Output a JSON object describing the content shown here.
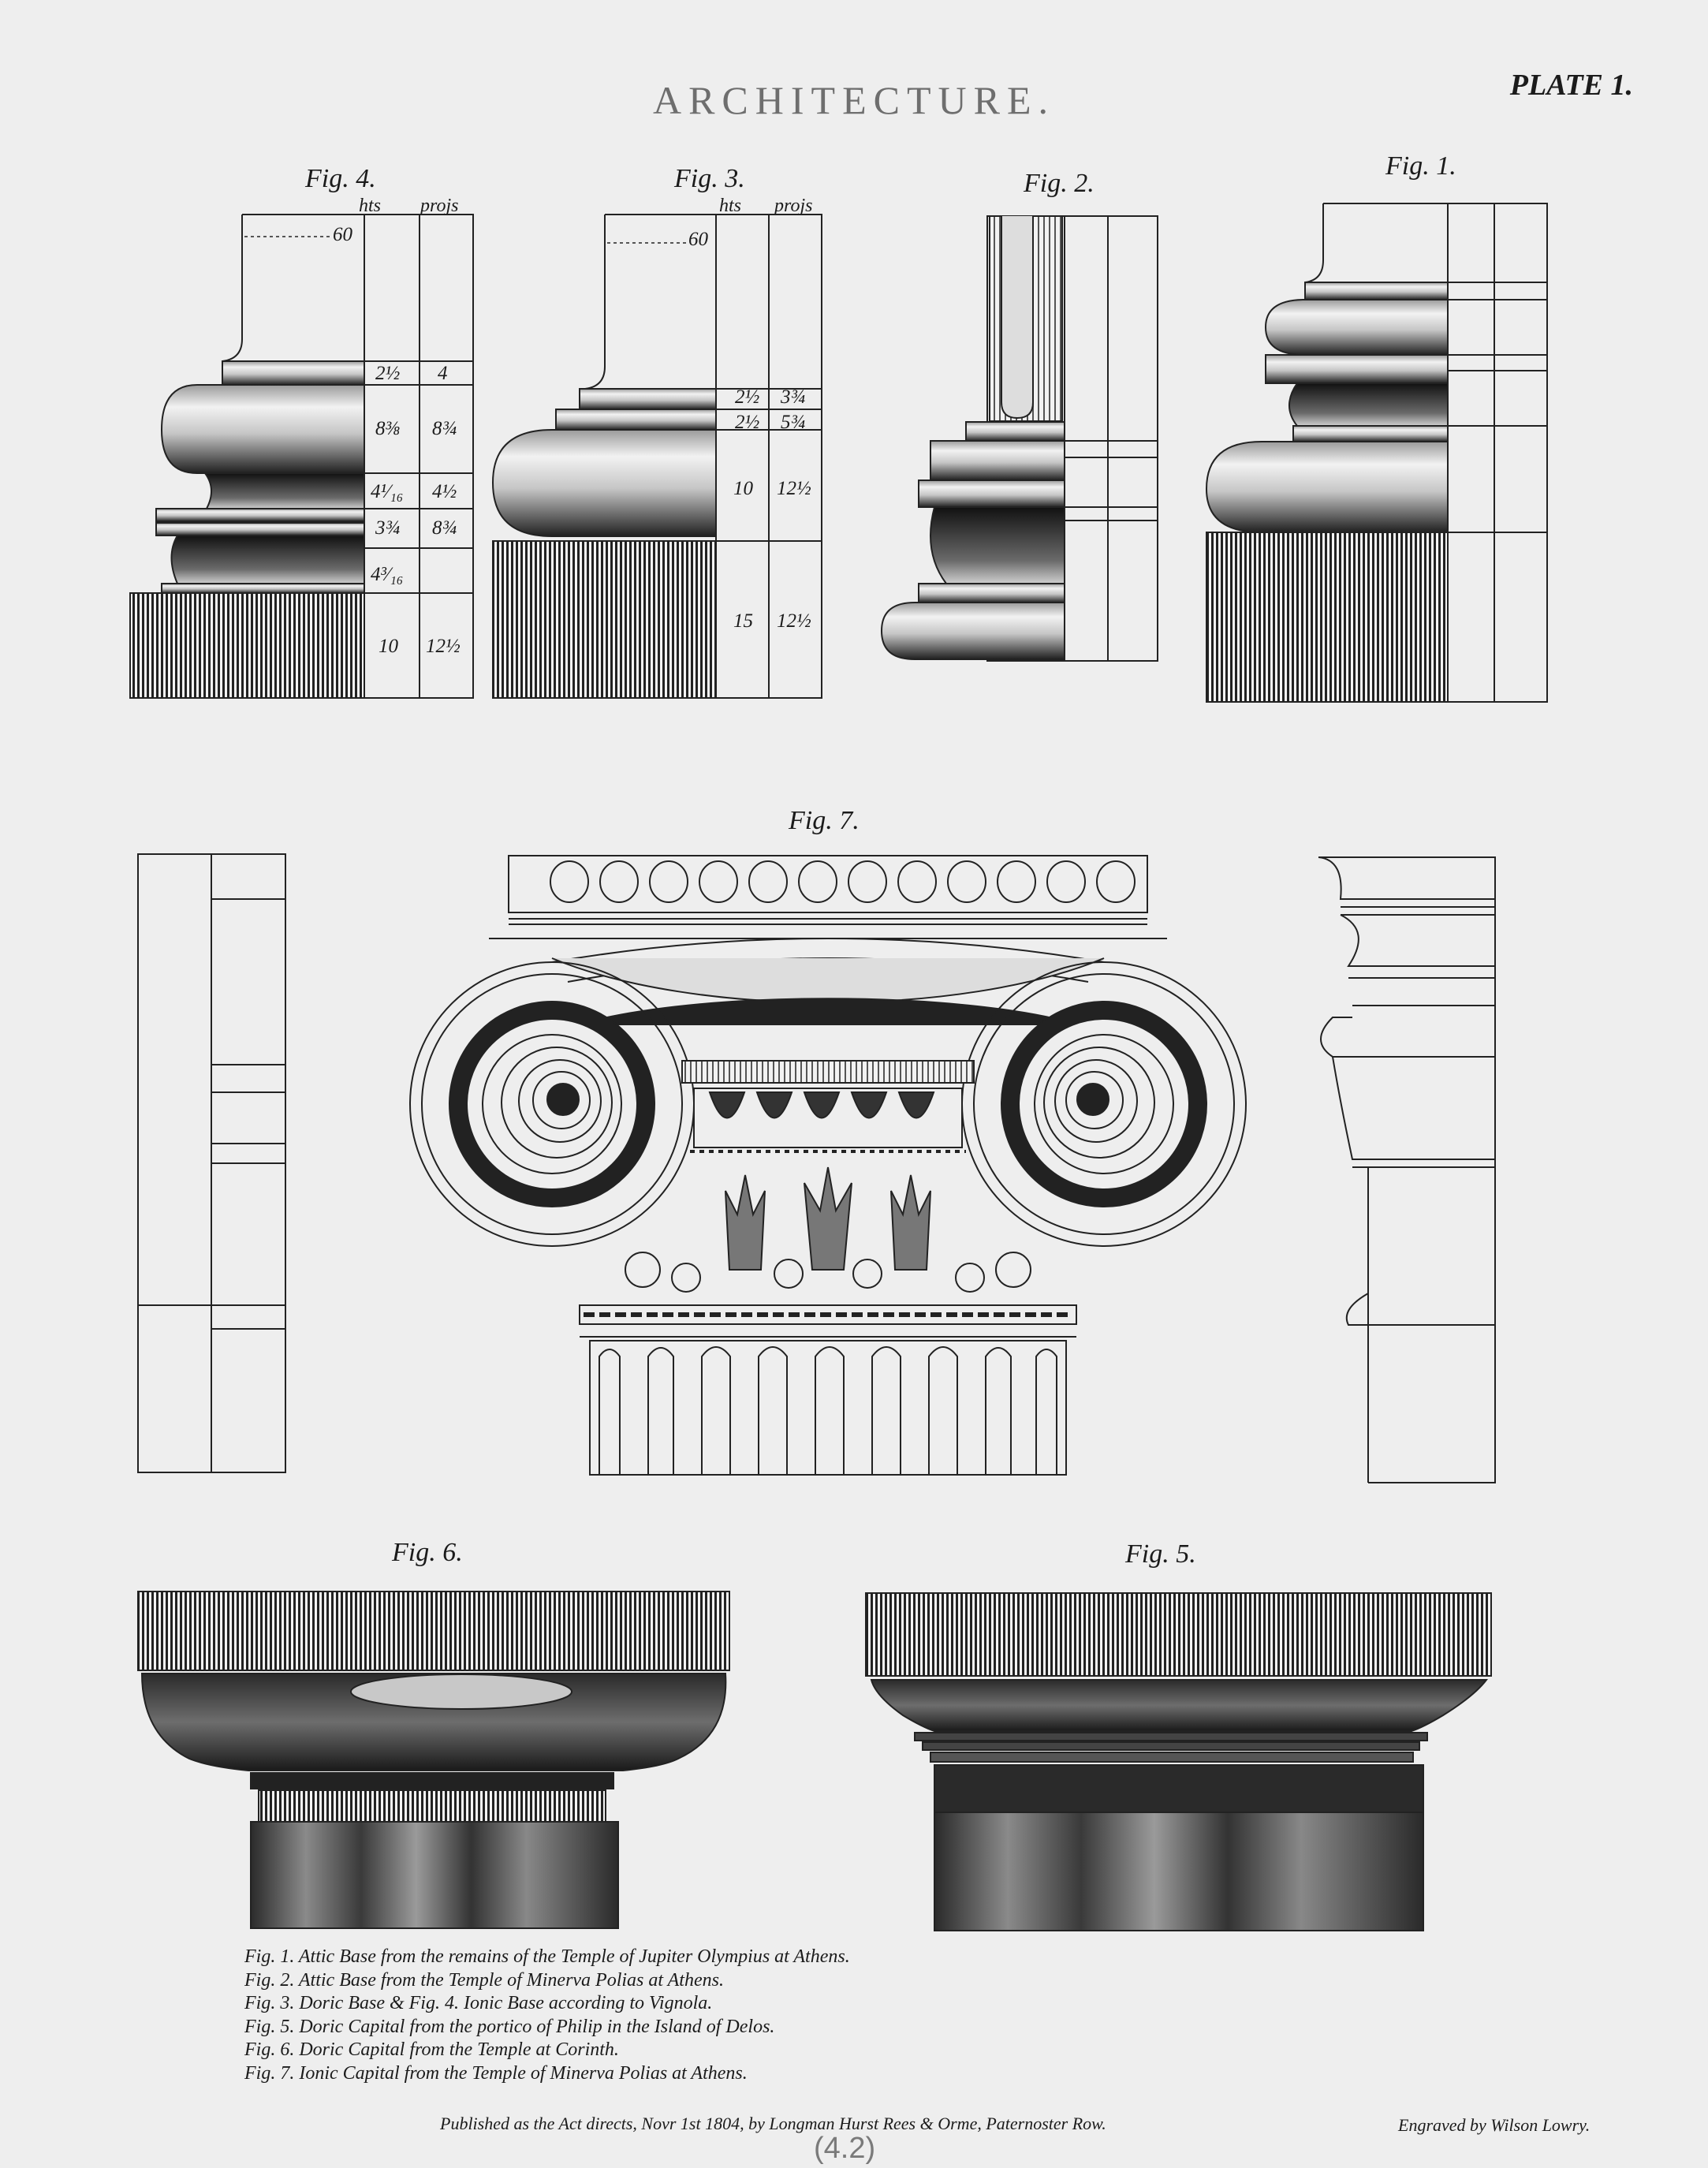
{
  "header": {
    "title": "ARCHITECTURE.",
    "plate_label": "PLATE 1."
  },
  "figures": {
    "fig1": "Fig. 1.",
    "fig2": "Fig. 2.",
    "fig3": "Fig. 3.",
    "fig4": "Fig. 4.",
    "fig5": "Fig. 5.",
    "fig6": "Fig. 6.",
    "fig7": "Fig. 7."
  },
  "scale_headers": {
    "heights": "hts",
    "projections": "projs"
  },
  "fig4_table": {
    "top_mark": "60",
    "rows": [
      {
        "h": "2½",
        "p": "4"
      },
      {
        "h": "8⅜",
        "p": "8¾"
      },
      {
        "h": "4¹⁄₁₆",
        "p": "4½"
      },
      {
        "h": "3¾",
        "p": "8¾"
      },
      {
        "h": "4³⁄₁₆",
        "p": ""
      },
      {
        "h": "10",
        "p": "12½"
      }
    ]
  },
  "fig3_table": {
    "top_mark": "60",
    "rows": [
      {
        "h": "2½",
        "p": "3¾"
      },
      {
        "h": "2½",
        "p": "5¾"
      },
      {
        "h": "10",
        "p": "12½"
      },
      {
        "h": "15",
        "p": "12½"
      }
    ]
  },
  "captions": [
    "Fig. 1. Attic Base from the remains of the Temple of Jupiter Olympius at Athens.",
    "Fig. 2. Attic Base from the Temple of Minerva Polias at Athens.",
    "Fig. 3. Doric Base & Fig. 4. Ionic Base according to Vignola.",
    "Fig. 5. Doric Capital from the portico of Philip in the Island of Delos.",
    "Fig. 6. Doric Capital from the Temple at Corinth.",
    "Fig. 7. Ionic Capital from the Temple of Minerva Polias at Athens."
  ],
  "footer": {
    "published": "Published as the Act directs, Novr 1st 1804, by Longman Hurst Rees & Orme, Paternoster Row.",
    "engraver": "Engraved by Wilson Lowry.",
    "pencil_note": "(4.2)"
  }
}
